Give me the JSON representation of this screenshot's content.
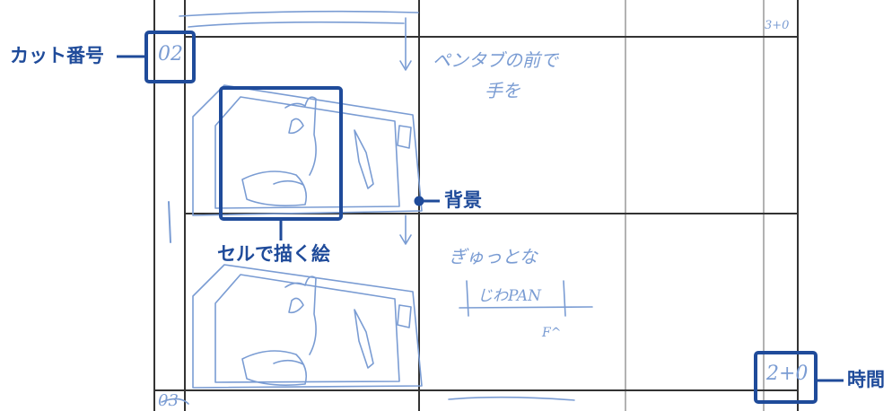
{
  "colors": {
    "callout_blue": "#1f4b9a",
    "sketch_blue": "#7a9cd3",
    "grid_dark": "#333333",
    "grid_light": "#9a9a9a"
  },
  "labels": {
    "cut_number": "カット番号",
    "background": "背景",
    "cel_drawing": "セルで描く絵",
    "time": "時間"
  },
  "sheet": {
    "cut_1": {
      "number": "02",
      "notes": [
        "ペンタブの前で",
        "手を"
      ],
      "time_top": "3+0"
    },
    "cut_2": {
      "notes": "ぎゅっとな",
      "camera": "じわPAN",
      "camera_sub": "F^",
      "time": "2+0"
    },
    "cut_3": {
      "number": "03"
    }
  }
}
